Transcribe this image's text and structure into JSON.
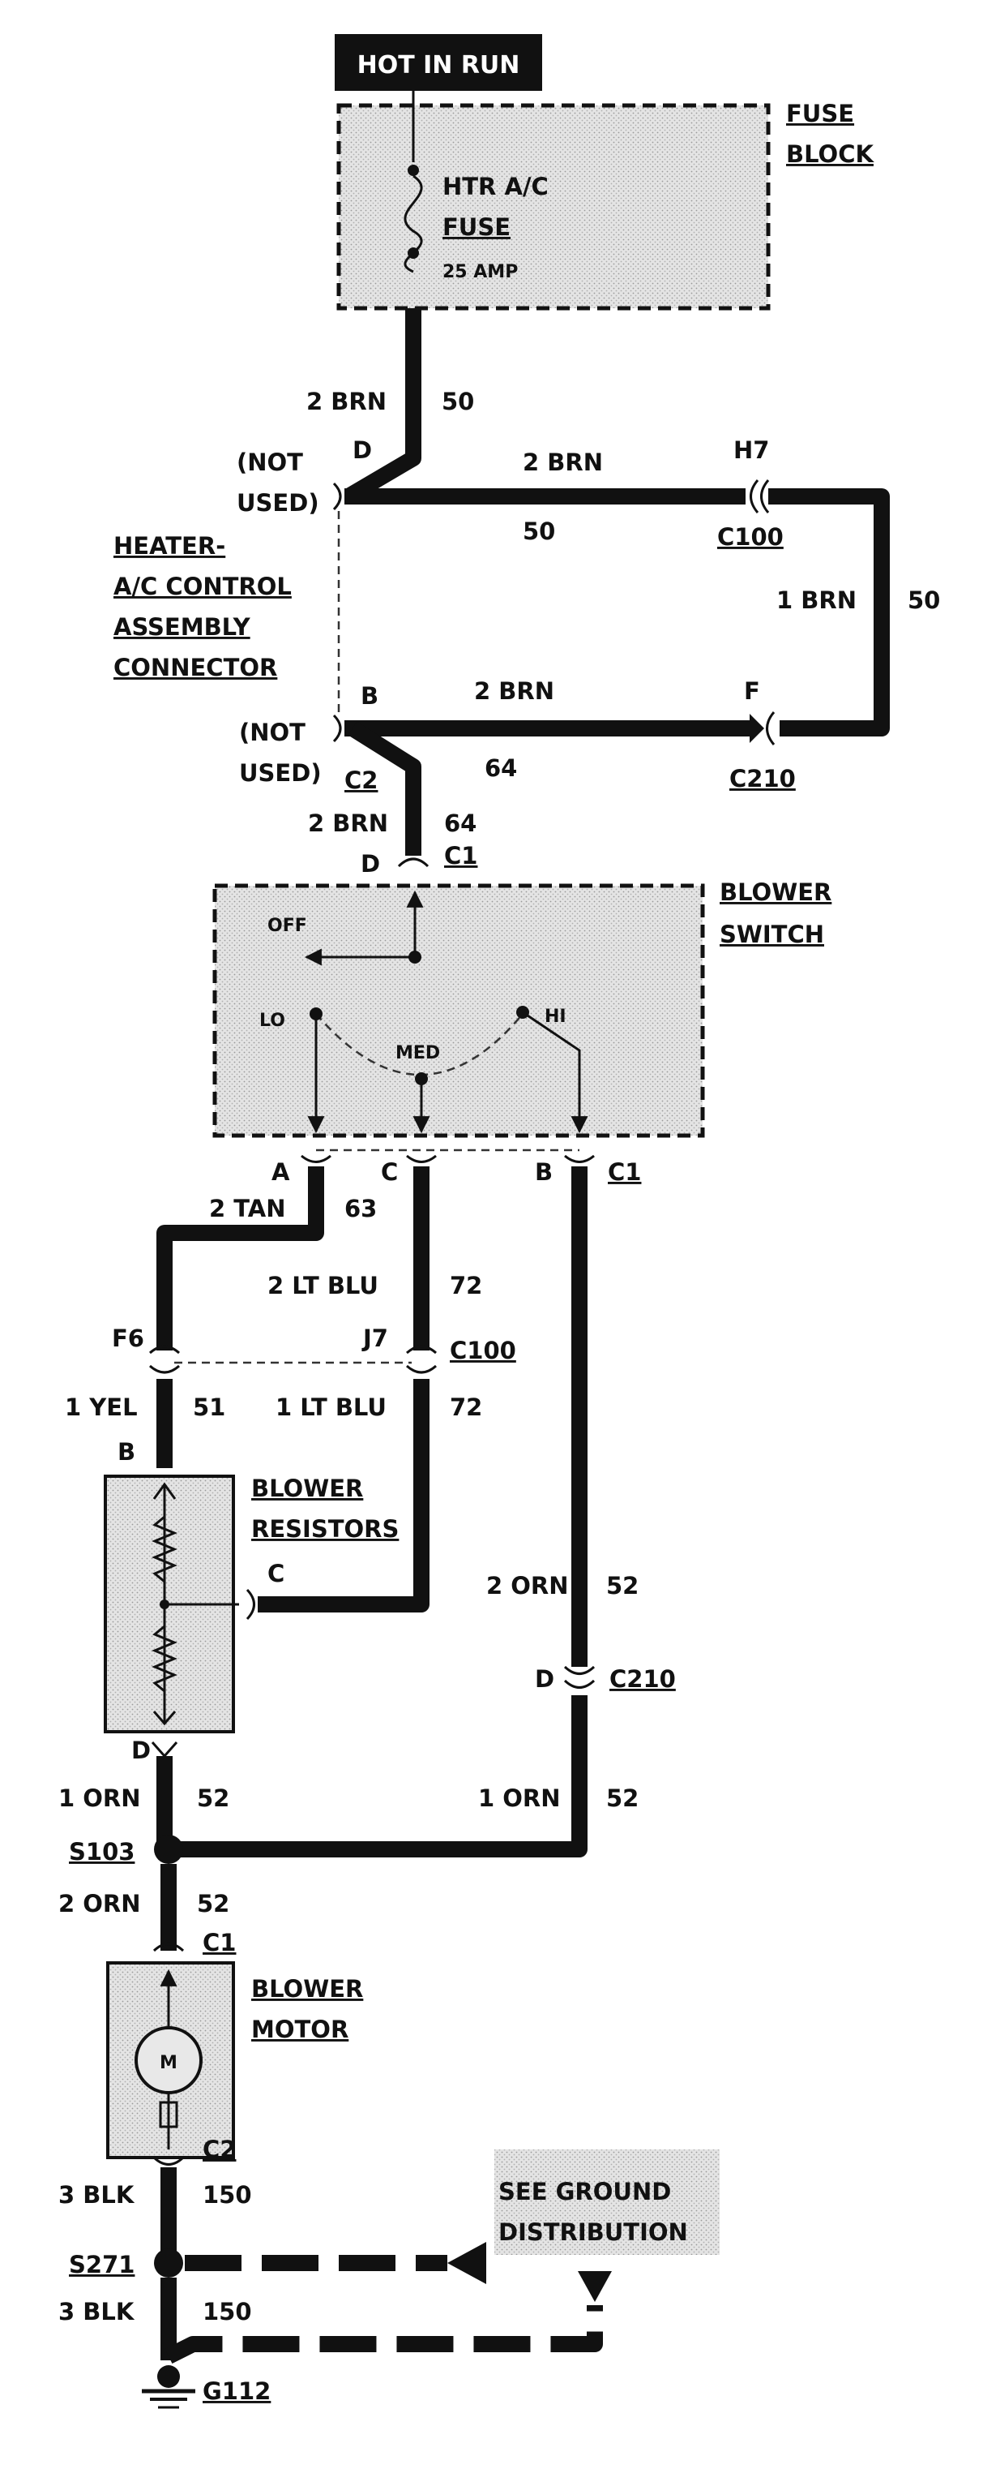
{
  "labels": {
    "hot_in_run": "HOT IN RUN",
    "fuse_block_1": "FUSE",
    "fuse_block_2": "BLOCK",
    "fuse_name_1": "HTR A/C",
    "fuse_name_2": "FUSE",
    "fuse_rating": "25 AMP",
    "w_top_gauge": "2 BRN",
    "w_top_circuit": "50",
    "pin_d_top": "D",
    "not_used_1a": "(NOT",
    "not_used_1b": "USED)",
    "w_mid_gauge": "2 BRN",
    "w_mid_circuit": "50",
    "pin_h7": "H7",
    "conn_c100_top": "C100",
    "control_assy_1": "HEATER-",
    "control_assy_2": "A/C CONTROL",
    "control_assy_3": "ASSEMBLY",
    "control_assy_4": "CONNECTOR",
    "w_right_gauge": "1 BRN",
    "w_right_circuit": "50",
    "pin_b_mid": "B",
    "w_b_gauge": "2 BRN",
    "pin_f": "F",
    "not_used_2a": "(NOT",
    "not_used_2b": "USED)",
    "conn_c2_top": "C2",
    "w_b_circuit": "64",
    "conn_c210_top": "C210",
    "w_sw_gauge": "2 BRN",
    "w_sw_circuit": "64",
    "pin_d_sw": "D",
    "conn_c1_sw": "C1",
    "blower_switch_1": "BLOWER",
    "blower_switch_2": "SWITCH",
    "sw_off": "OFF",
    "sw_lo": "LO",
    "sw_med": "MED",
    "sw_hi": "HI",
    "pin_a": "A",
    "pin_c": "C",
    "pin_b_sw": "B",
    "conn_c1_bottom": "C1",
    "w_tan_gauge": "2 TAN",
    "w_tan_circuit": "63",
    "w_ltblu_gauge": "2 LT BLU",
    "w_ltblu_circuit": "72",
    "pin_f6": "F6",
    "pin_j7": "J7",
    "conn_c100_mid": "C100",
    "w_yel_gauge": "1 YEL",
    "w_yel_circuit": "51",
    "w_ltblu2_gauge": "1 LT BLU",
    "w_ltblu2_circuit": "72",
    "pin_b_res": "B",
    "blower_resistors_1": "BLOWER",
    "blower_resistors_2": "RESISTORS",
    "pin_c_res": "C",
    "w_orn_gauge": "2 ORN",
    "w_orn_circuit": "52",
    "pin_d_c210": "D",
    "conn_c210_bottom": "C210",
    "pin_d_res": "D",
    "w_orn1_gauge": "1 ORN",
    "w_orn1_circuit": "52",
    "w_orn1b_gauge": "1 ORN",
    "w_orn1b_circuit": "52",
    "splice_s103": "S103",
    "w_orn2_gauge": "2 ORN",
    "w_orn2_circuit": "52",
    "conn_c1_motor": "C1",
    "blower_motor_1": "BLOWER",
    "blower_motor_2": "MOTOR",
    "motor_symbol": "M",
    "conn_c2_motor": "C2",
    "w_blk1_gauge": "3 BLK",
    "w_blk1_circuit": "150",
    "see_ground_1": "SEE GROUND",
    "see_ground_2": "DISTRIBUTION",
    "splice_s271": "S271",
    "w_blk2_gauge": "3 BLK",
    "w_blk2_circuit": "150",
    "ground_g112": "G112"
  }
}
